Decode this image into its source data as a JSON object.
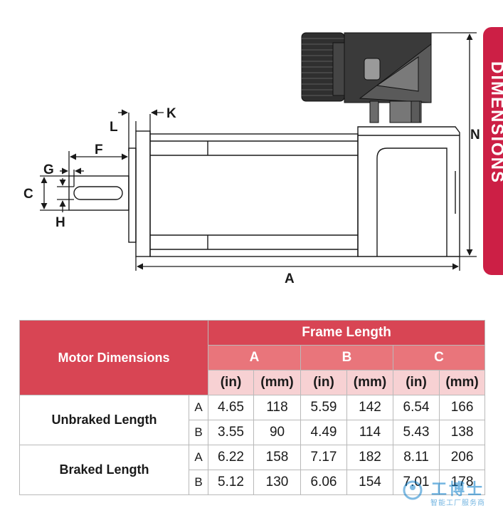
{
  "drawing": {
    "labels": {
      "K": "K",
      "L": "L",
      "F": "F",
      "G": "G",
      "C": "C",
      "H": "H",
      "N": "N",
      "A": "A"
    },
    "side_tab_text": "DIMENSIONS",
    "colors": {
      "tab": "#cc1f45",
      "line": "#1a1a1a"
    }
  },
  "table": {
    "title": "Motor Dimensions",
    "group_header": "Frame Length",
    "frames": [
      "A",
      "B",
      "C"
    ],
    "units": [
      "(in)",
      "(mm)",
      "(in)",
      "(mm)",
      "(in)",
      "(mm)"
    ],
    "rows": [
      {
        "label": "Unbraked Length",
        "sub": "A",
        "values": [
          "4.65",
          "118",
          "5.59",
          "142",
          "6.54",
          "166"
        ]
      },
      {
        "label": "",
        "sub": "B",
        "values": [
          "3.55",
          "90",
          "4.49",
          "114",
          "5.43",
          "138"
        ]
      },
      {
        "label": "Braked Length",
        "sub": "A",
        "values": [
          "6.22",
          "158",
          "7.17",
          "182",
          "8.11",
          "206"
        ]
      },
      {
        "label": "",
        "sub": "B",
        "values": [
          "5.12",
          "130",
          "6.06",
          "154",
          "7.01",
          "178"
        ]
      }
    ],
    "colors": {
      "header": "#d84554",
      "subheader": "#e9757b",
      "unit_bg": "#f7d1d3"
    }
  },
  "watermark": {
    "text": "工博士",
    "subtext": "智能工厂服务商"
  }
}
